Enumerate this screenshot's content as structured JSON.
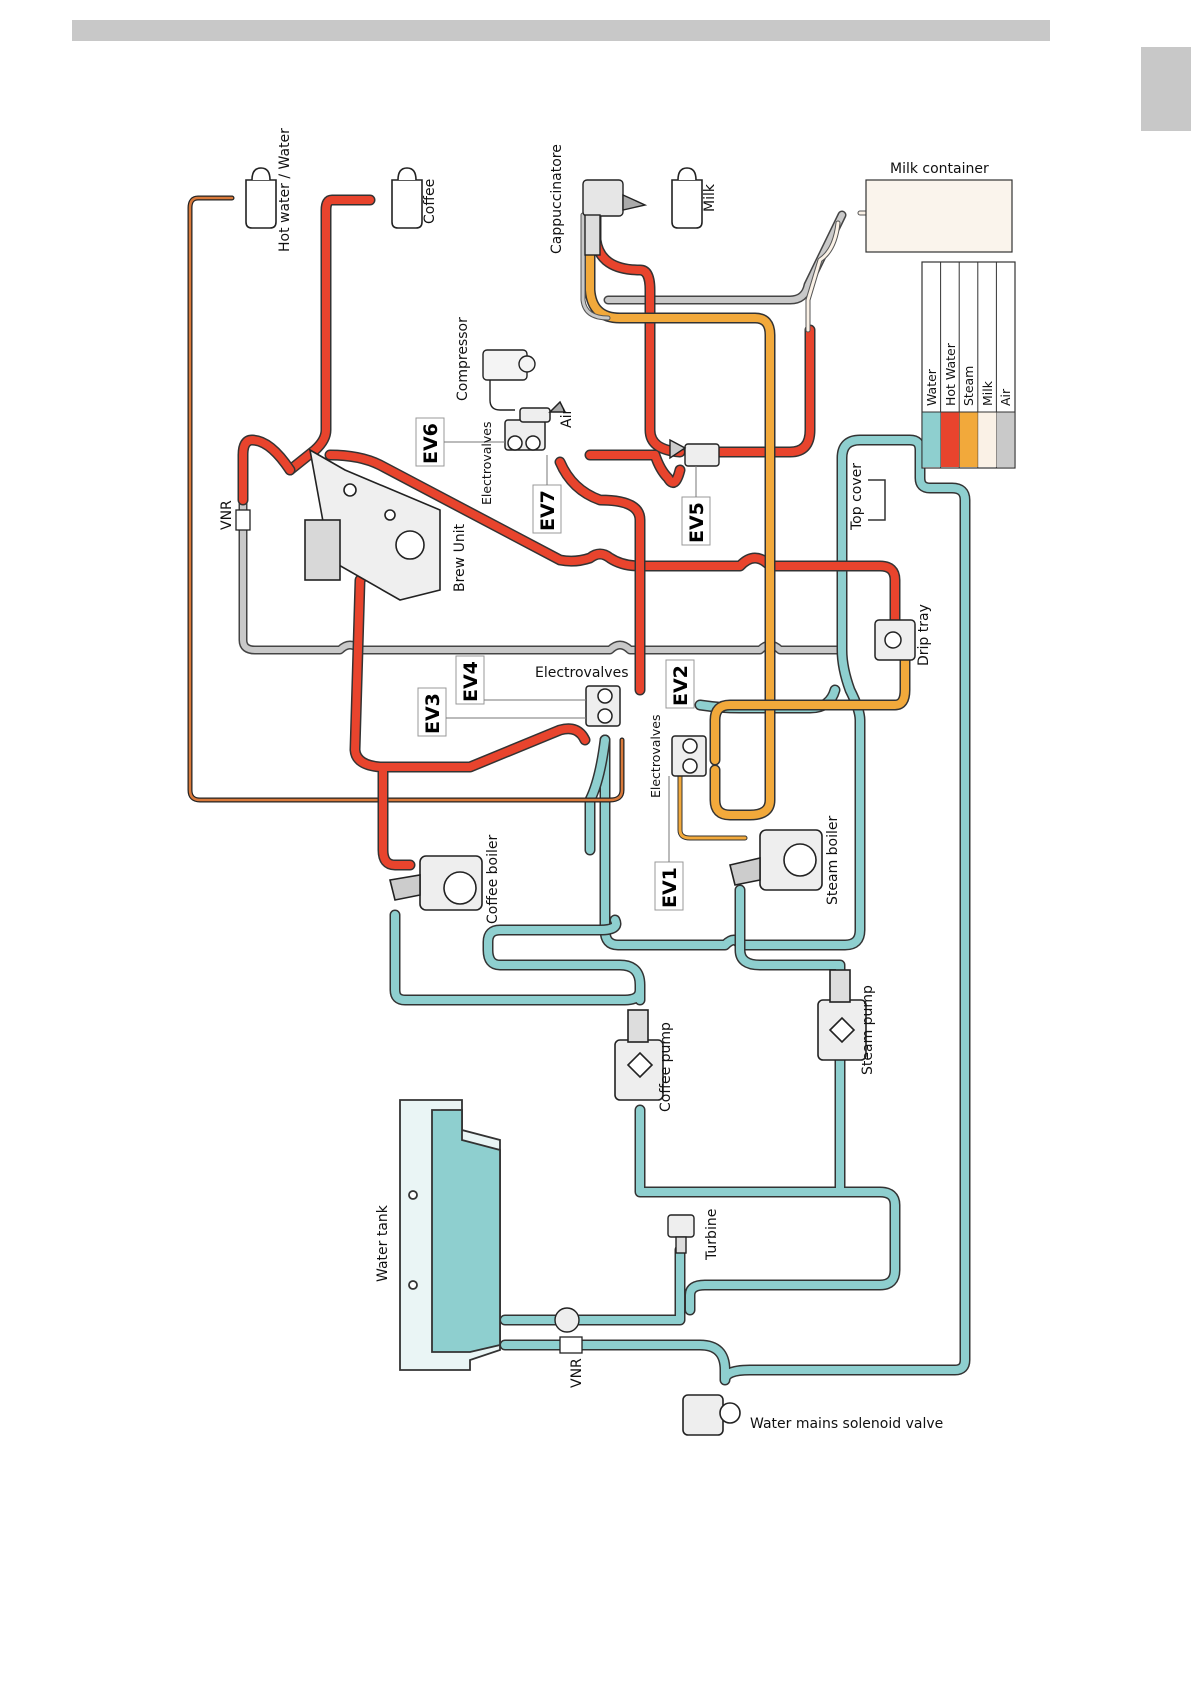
{
  "labels": {
    "hot_water_water": "Hot water / Water",
    "coffee": "Coffee",
    "cappuccinatore": "Cappuccinatore",
    "milk": "Milk",
    "milk_container": "Milk container",
    "compressor": "Compressor",
    "air": "Air",
    "electrovalves_top": "Electrovalves",
    "electrovalves_mid": "Electrovalves",
    "electrovalves_low": "Electrovalves",
    "vnr_top": "VNR",
    "vnr_bottom": "VNR",
    "brew_unit": "Brew Unit",
    "top_cover": "Top cover",
    "drip_tray": "Drip tray",
    "coffee_boiler": "Coffee boiler",
    "steam_boiler": "Steam boiler",
    "coffee_pump": "Coffee pump",
    "steam_pump": "Steam pump",
    "water_tank": "Water tank",
    "turbine": "Turbine",
    "water_mains_solenoid_valve": "Water mains solenoid valve"
  },
  "valves": {
    "ev1": "EV1",
    "ev2": "EV2",
    "ev3": "EV3",
    "ev4": "EV4",
    "ev5": "EV5",
    "ev6": "EV6",
    "ev7": "EV7"
  },
  "legend": {
    "items": [
      {
        "label": "Water",
        "color": "#8ecfcf"
      },
      {
        "label": "Hot Water",
        "color": "#e8442d"
      },
      {
        "label": "Steam",
        "color": "#f2a93b"
      },
      {
        "label": "Milk",
        "color": "#faf1e6"
      },
      {
        "label": "Air",
        "color": "#c9c9c9"
      }
    ]
  },
  "colors": {
    "water": "#8ecfcf",
    "hot_water": "#e8442d",
    "steam": "#f2a93b",
    "milk": "#faf1e6",
    "air": "#c9c9c9",
    "outline": "#333333"
  }
}
